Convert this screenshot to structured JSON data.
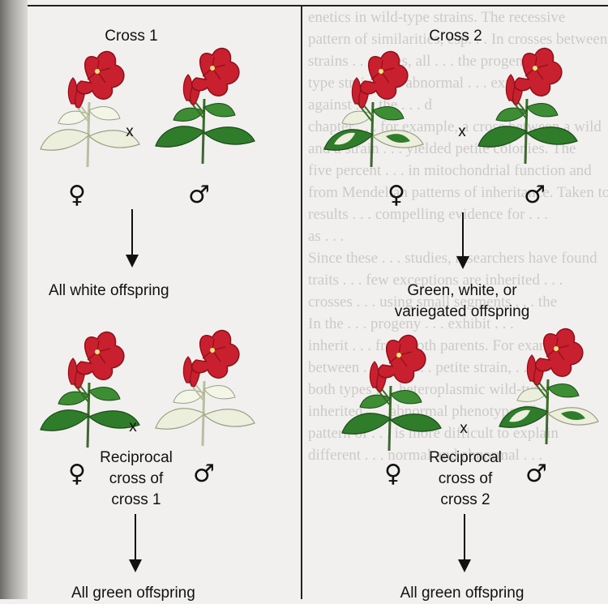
{
  "figure": {
    "cross1": {
      "title": "Cross 1",
      "cross_mark": "x",
      "female_symbol": "♀",
      "male_symbol": "♂",
      "result": "All white offspring"
    },
    "cross2": {
      "title": "Cross 2",
      "cross_mark": "x",
      "female_symbol": "♀",
      "male_symbol": "♂",
      "result_line1": "Green, white, or",
      "result_line2": "variegated offspring"
    },
    "reciprocal1": {
      "cross_mark": "x",
      "female_symbol": "♀",
      "male_symbol": "♂",
      "label_line1": "Reciprocal",
      "label_line2": "cross of",
      "label_line3": "cross 1",
      "result": "All green offspring"
    },
    "reciprocal2": {
      "cross_mark": "x",
      "female_symbol": "♀",
      "male_symbol": "♂",
      "label_line1": "Reciprocal",
      "label_line2": "cross of",
      "label_line3": "cross 2",
      "result": "All green offspring"
    }
  },
  "background_text": [
    "enetics in wild-type strains. The recessive",
    "pattern of similarities, esp. . . In crosses between",
    "strains . . . cases, all . . . the progeny",
    "type strains . . . abnormal . . . expected",
    "against . . . the . . . d",
    "chapter . . . for example, a cross between a wild",
    "and a strain . . . yielded petite colonies. The",
    "five percent . . . in mitochondrial function and",
    "from Mendelian patterns of inheritance. Taken together",
    "results . . . compelling evidence for . . .",
    "as . . .",
    "Since these . . . studies, researchers have found",
    "traits . . . few exceptions are inherited . . .",
    "crosses . . . using small segments . . . the",
    "In the . . . progeny . . . exhibit . . .",
    "inherit . . . from both parents. For example",
    "between . . . and . . . petite strain, . . .",
    "both types . . . heteroplasmic wild-type . . .",
    "inherited . . . abnormal phenotype. The",
    "pattern of . . . is more difficult to explain",
    "different . . . normal and abnormal . . ."
  ],
  "colors": {
    "flower": "#c8202e",
    "flower_dark": "#8e1019",
    "leaf_green": "#2f7d2a",
    "leaf_white": "#ecefdc",
    "page": "#f1f0ee"
  }
}
